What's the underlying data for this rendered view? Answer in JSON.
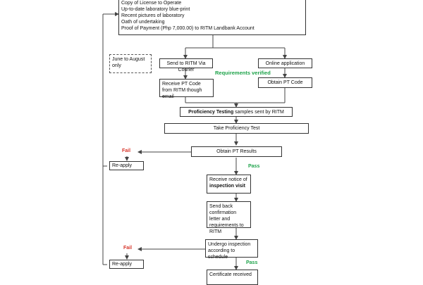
{
  "requirements": {
    "lines": [
      "Copy of License to Operate",
      "Up-to-date laboratory blue-print",
      "Recent pictures of laboratory",
      "Oath of undertaking",
      "Proof of Payment (Php 7,000.00)   to RITM Landbank Account"
    ]
  },
  "note": "June to August only",
  "steps": {
    "courier": "Send to RITM Via Courier",
    "online": "Online application",
    "verified": "Requirements verified",
    "receive_code": "Receive PT Code from RITM though email",
    "obtain_code": "Obtain PT Code",
    "samples_bold": "Proficiency Testing",
    "samples_rest": " samples sent by RITM",
    "take_test": "Take Proficiency Test",
    "obtain_results": "Obtain PT Results",
    "fail1": "Fail",
    "reapply1": "Re-apply",
    "pass1": "Pass",
    "notice_prefix": "Receive notice of ",
    "notice_bold": "inspection visit",
    "send_back": "Send back confirmation letter and requirements  to RITM",
    "inspection": "Undergo inspection according to schedule",
    "fail2": "Fail",
    "reapply2": "Re-apply",
    "pass2": "Pass",
    "certificate": "Certificate received"
  }
}
